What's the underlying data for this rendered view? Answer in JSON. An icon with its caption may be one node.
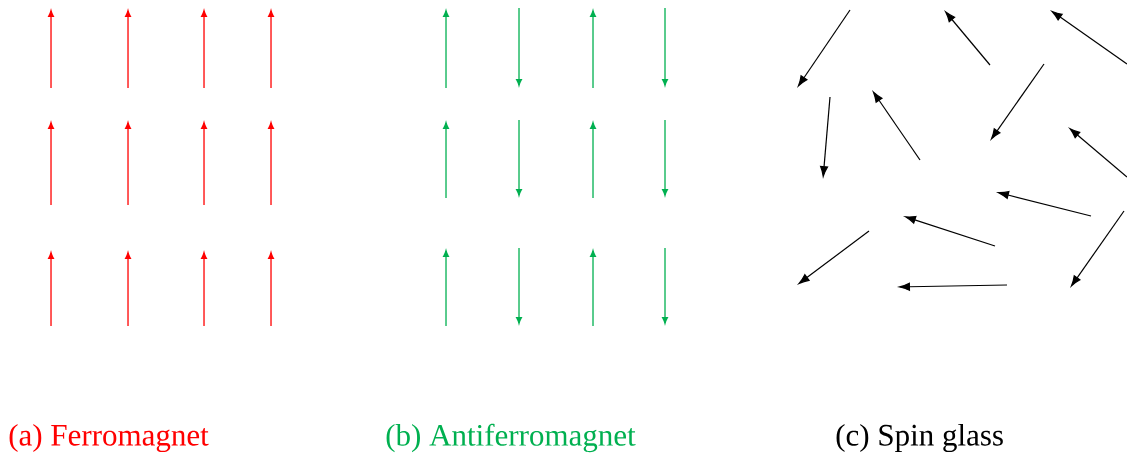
{
  "diagram": {
    "labels": [
      "(a) Ferromagnet",
      "(b) Antiferromagnet",
      "(c) Spin glass"
    ]
  }
}
